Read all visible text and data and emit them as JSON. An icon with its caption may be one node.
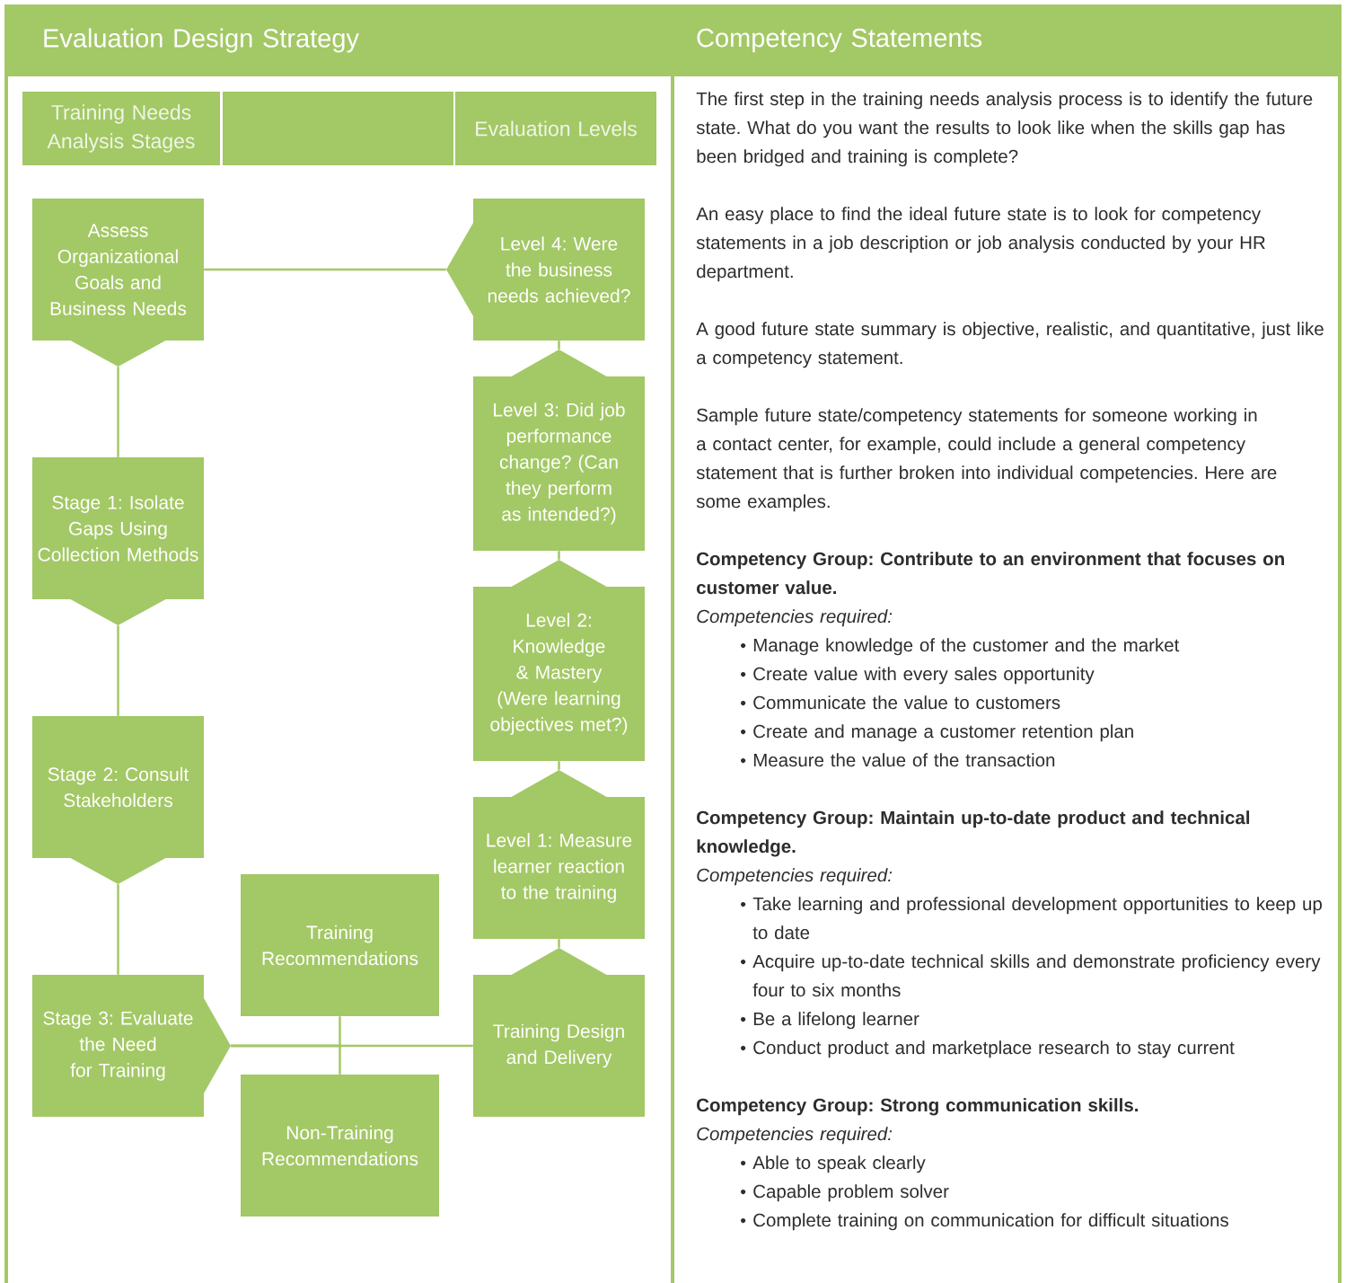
{
  "diagram": {
    "nodes": [
      {
        "text": [
          "Evaluation Design Strategy"
        ]
      },
      {
        "text": [
          "Competency Statements"
        ]
      },
      {
        "text": [
          "Training Needs Analysis Stages"
        ]
      },
      {
        "text": [],
        "shape": "box"
      },
      {
        "text": [
          "Evaluation Levels"
        ]
      },
      {
        "text": [
          "Assess Organizational Goals and Business Needs"
        ]
      },
      {
        "text": [
          "Stage 1: Isolate Gaps Using Collection Methods"
        ]
      },
      {
        "text": [
          "Stage 2: Consult Stakeholders"
        ]
      },
      {
        "text": [
          "Stage 3: Evaluate the Need for Training"
        ]
      },
      {
        "text": [
          "Level 4: Were the business needs achieved?"
        ]
      },
      {
        "text": [
          "Level 3: Did job performance change? (Can they perform as intended?)"
        ]
      },
      {
        "text": [
          "Level 2: Knowledge & Mastery (Were learning objectives met?)"
        ]
      },
      {
        "text": [
          "Level 1: Measure learner reaction to the training"
        ]
      },
      {
        "text": [
          "Training Recommendations"
        ]
      },
      {
        "text": [
          "Non-Training Recommendations"
        ]
      },
      {
        "text": [
          "Training Design and Delivery"
        ]
      }
    ],
    "edges": [
      {
        "from": 5,
        "to": 6,
        "arrow": "none"
      },
      {
        "from": 6,
        "to": 7,
        "arrow": "none"
      },
      {
        "from": 7,
        "to": 8,
        "arrow": "none"
      },
      {
        "from": 5,
        "to": 9,
        "arrow": "none"
      },
      {
        "from": 9,
        "to": 10,
        "arrow": "none"
      },
      {
        "from": 10,
        "to": 11,
        "arrow": "none"
      },
      {
        "from": 11,
        "to": 12,
        "arrow": "none"
      },
      {
        "from": 12,
        "to": 15,
        "arrow": "none"
      },
      {
        "from": 8,
        "to": 15,
        "arrow": "none"
      },
      {
        "from": 8,
        "to": 13,
        "arrow": "none"
      },
      {
        "from": 8,
        "to": 14,
        "arrow": "none"
      }
    ],
    "labels": [
      "The first step in the training needs analysis process is to identify the future state. What do you want the results to look like when the skills gap has been bridged and training is complete?",
      "An easy place to find the ideal future state is to look for competency statements in a job description or job analysis conducted by your HR department.",
      "A good future state summary is objective, realistic, and quantitative, just like a competency statement.",
      "Sample future state/competency statements for someone working in a contact center, for example, could include a general competency statement that is further broken into individual competencies. Here are some examples.",
      "Competency Group: Contribute to an environment that focuses on customer value.",
      "Competencies required:",
      "Manage knowledge of the customer and the market",
      "Create value with every sales opportunity",
      "Communicate the value to customers",
      "Create and manage a customer retention plan",
      "Measure the value of the transaction",
      "Competency Group: Maintain up-to-date product and technical knowledge.",
      "Competencies required:",
      "Take learning and professional development opportunities to keep up to date",
      "Acquire up-to-date technical skills and demonstrate proficiency every four to six months",
      "Be a lifelong learner",
      "Conduct product and marketplace research to stay current",
      "Competency Group: Strong communication skills.",
      "Competencies required:",
      "Able to speak clearly",
      "Capable problem solver",
      "Complete training on communication for difficult situations"
    ]
  }
}
